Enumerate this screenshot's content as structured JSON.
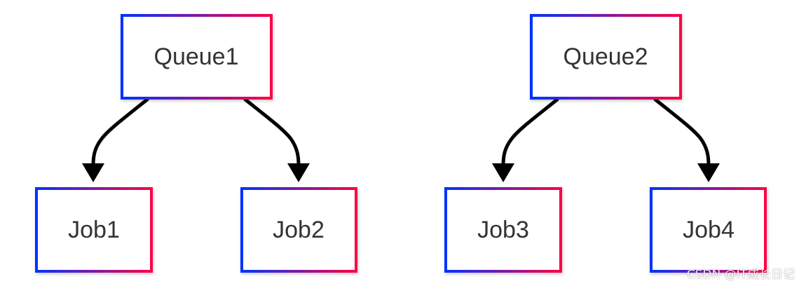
{
  "diagram": {
    "nodes": {
      "queue1": "Queue1",
      "queue2": "Queue2",
      "job1": "Job1",
      "job2": "Job2",
      "job3": "Job3",
      "job4": "Job4"
    },
    "edges": [
      {
        "from": "queue1",
        "to": "job1"
      },
      {
        "from": "queue1",
        "to": "job2"
      },
      {
        "from": "queue2",
        "to": "job3"
      },
      {
        "from": "queue2",
        "to": "job4"
      }
    ],
    "colors": {
      "border_gradient_start": "#0033ff",
      "border_gradient_end": "#ff0044",
      "edge": "#000000",
      "text": "#333333"
    }
  },
  "watermark": "CSDN @IT成长日记"
}
